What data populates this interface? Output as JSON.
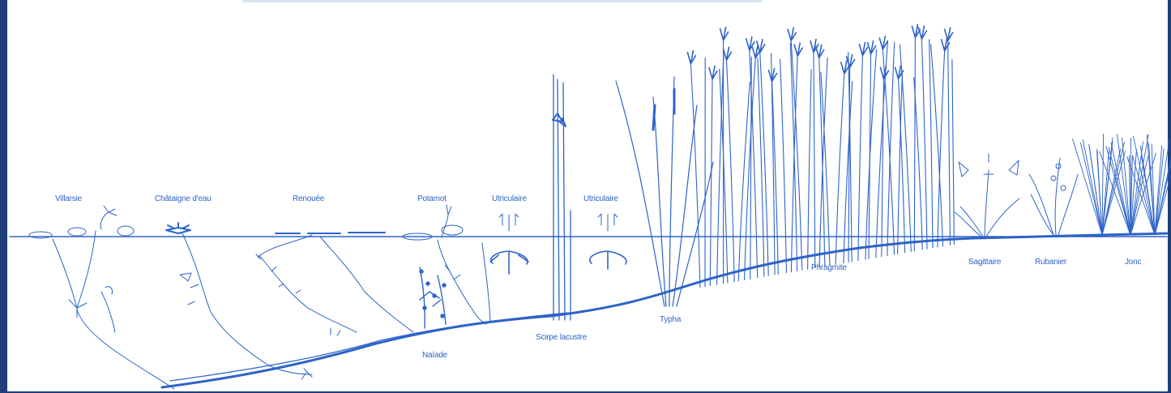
{
  "diagram": {
    "ink_color": "#2d63c8",
    "frame_color": "#1f3f7a",
    "labels": {
      "villarsie": "Villarsie",
      "chataigne": "Châtaigne d'eau",
      "renouee": "Renouée",
      "potamot": "Potamot",
      "utriculaire_1": "Utriculaire",
      "utriculaire_2": "Utriculaire",
      "naiade": "Naïade",
      "scirpe": "Scirpe lacustre",
      "typha": "Typha",
      "phragmite": "Phragmite",
      "sagittaire": "Sagittaire",
      "rubanier": "Rubanier",
      "jonc": "Jonc"
    }
  }
}
